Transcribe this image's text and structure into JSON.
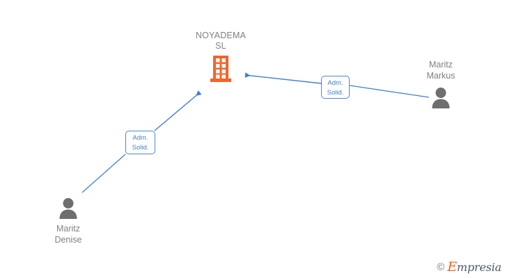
{
  "diagram": {
    "type": "company-relationship-graph",
    "background_color": "#ffffff",
    "company": {
      "name": "NOYADEMA\nSL",
      "icon": "building-icon",
      "icon_color": "#f4642a"
    },
    "people": [
      {
        "name": "Maritz\nMarkus",
        "icon": "person-icon",
        "icon_color": "#6e6e6e",
        "position": "right"
      },
      {
        "name": "Maritz\nDenise",
        "icon": "person-icon",
        "icon_color": "#6e6e6e",
        "position": "bottom-left"
      }
    ],
    "relations": [
      {
        "label": "Adm.\nSolid.",
        "from": "Maritz Markus",
        "to": "NOYADEMA SL",
        "edge_color": "#3f7fd1"
      },
      {
        "label": "Adm.\nSolid.",
        "from": "Maritz Denise",
        "to": "NOYADEMA SL",
        "edge_color": "#3f7fd1"
      }
    ]
  },
  "footer": {
    "copyright_symbol": "©",
    "brand_initial": "E",
    "brand_rest": "mpresia",
    "brand_color": "#f26222"
  }
}
